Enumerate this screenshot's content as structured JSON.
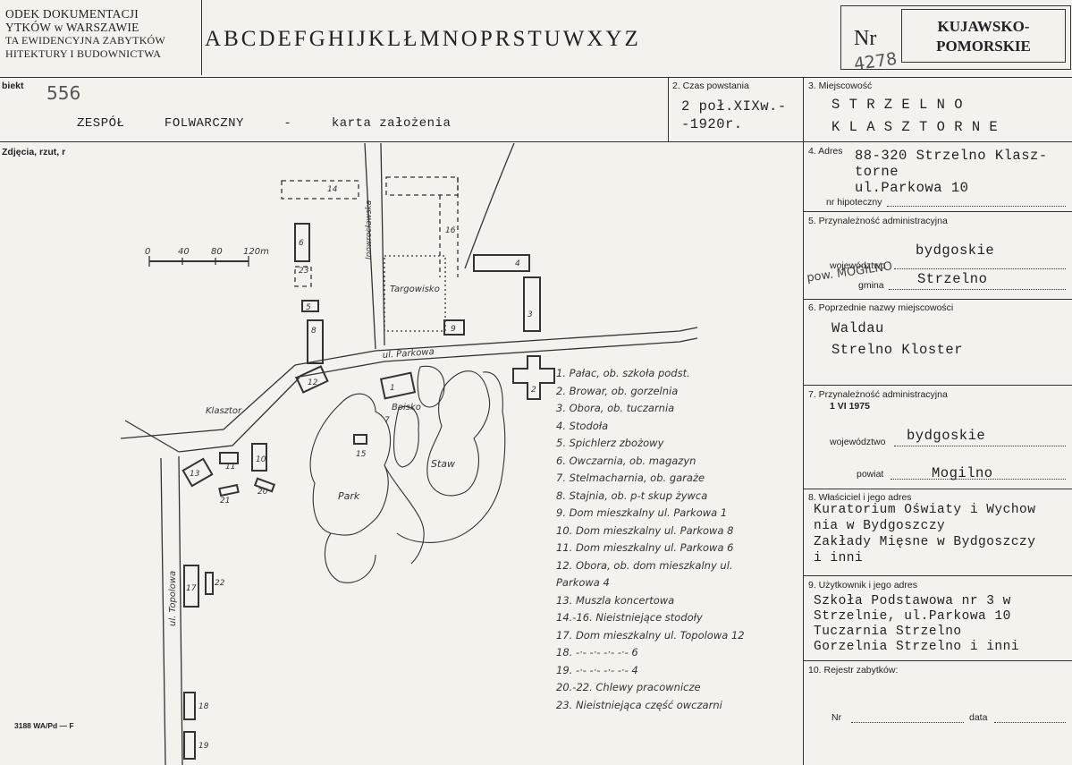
{
  "header": {
    "org_lines": [
      "ODEK DOKUMENTACJI",
      "YTKÓW w WARSZAWIE",
      "TA EWIDENCYJNA ZABYTKÓW",
      "HITEKTURY I BUDOWNICTWA"
    ],
    "alphabet": [
      "A",
      "B",
      "C",
      "D",
      "E",
      "F",
      "G",
      "H",
      "I",
      "J",
      "K",
      "L",
      "Ł",
      "M",
      "N",
      "O",
      "P",
      "R",
      "S",
      "T",
      "U",
      "W",
      "X",
      "Y",
      "Z"
    ],
    "nr_label": "Nr",
    "nr_value": "4278",
    "region": [
      "KUJAWSKO-",
      "POMORSKIE"
    ]
  },
  "obiekt": {
    "label": "biekt",
    "number": "556",
    "name": "ZESPÓŁ     FOLWARCZNY     -     karta założenia"
  },
  "fields": {
    "czas_label": "2. Czas powstania",
    "czas_value": [
      "2 poł.XIXw.-",
      "-1920r."
    ],
    "miejscowosc_label": "3. Miejscowość",
    "miejscowosc_value": [
      "S T R Z E L N O",
      "K L A S Z T O R N E"
    ],
    "zdjecia_label": "Zdjęcia, rzut, r",
    "adres_label": "4. Adres",
    "adres_value": [
      "88-320 Strzelno Klasz-",
      "torne",
      "ul.Parkowa 10"
    ],
    "nr_hip_label": "nr hipoteczny",
    "przynal_label": "5. Przynależność administracyjna",
    "woj_label": "województwo",
    "woj_value": "bydgoskie",
    "pow_hand": "pow. MOGILNO",
    "gmina_label": "gmina",
    "gmina_value": "Strzelno",
    "poprzednie_label": "6. Poprzednie nazwy miejscowości",
    "poprzednie_values": [
      "Waldau",
      "Strelno Kloster"
    ],
    "przynal75_label": "7. Przynależność administracyjna",
    "przynal75_date": "1 VI 1975",
    "woj75_label": "województwo",
    "woj75_value": "bydgoskie",
    "powiat_label": "powiat",
    "powiat_value": "Mogilno",
    "wlasciciel_label": "8. Właściciel i jego adres",
    "wlasciciel_values": [
      "Kuratorium Oświaty i Wychow",
      "nia w Bydgoszczy",
      "Zakłady Mięsne w Bydgoszczy",
      "i inni"
    ],
    "uzytkownik_label": "9. Użytkownik i jego adres",
    "uzytkownik_values": [
      "Szkoła Podstawowa nr 3 w",
      "Strzelnie, ul.Parkowa 10",
      "Tuczarnia Strzelno",
      "Gorzelnia Strzelno i inni"
    ],
    "rejestr_label": "10. Rejestr zabytków:",
    "nr_label": "Nr",
    "data_label": "data"
  },
  "footer_code": "3188 WA/Pd — F",
  "map": {
    "scale_ticks": [
      "0",
      "40",
      "80",
      "120m"
    ],
    "streets": [
      "Inowrocławska",
      "ul. Parkowa",
      "ul. Topolowa"
    ],
    "areas": [
      "Targowisko",
      "Klasztor",
      "Boisko",
      "Staw",
      "Park"
    ],
    "building_numbers": [
      "1",
      "2",
      "3",
      "4",
      "5",
      "6",
      "7",
      "8",
      "9",
      "10",
      "11",
      "12",
      "13",
      "14",
      "15",
      "16",
      "17",
      "18",
      "19",
      "20",
      "21",
      "22",
      "23"
    ]
  },
  "legend": [
    "1. Pałac, ob. szkoła podst.",
    "2. Browar, ob. gorzelnia",
    "3. Obora, ob. tuczarnia",
    "4. Stodoła",
    "5. Spichlerz zbożowy",
    "6. Owczarnia, ob. magazyn",
    "7. Stelmacharnia, ob. garaże",
    "8. Stajnia, ob. p-t skup żywca",
    "9. Dom mieszkalny ul. Parkowa 1",
    "10. Dom mieszkalny ul. Parkowa 8",
    "11. Dom mieszkalny ul. Parkowa 6",
    "12. Obora, ob. dom mieszkalny ul.",
    "     Parkowa 4",
    "13. Muszla koncertowa",
    "14.-16. Nieistniejące stodoły",
    "17. Dom mieszkalny ul. Topolowa 12",
    "18. -·-   -·-   -·-   -·-   6",
    "19. -·-   -·-   -·-   -·-   4",
    "20.-22. Chlewy pracownicze",
    "23. Nieistniejąca część owczarni"
  ]
}
